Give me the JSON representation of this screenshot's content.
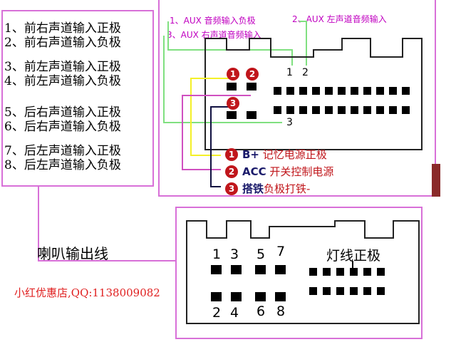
{
  "legend": [
    "1、前右声道输入正极",
    "2、前右声道输入负极",
    "3、前左声道输入正极",
    "4、前左声道输入负极",
    "5、后右声道输入正极",
    "6、后右声道输入负极",
    "7、后左声道输入正极",
    "8、后左声道输入负极"
  ],
  "aux": {
    "line1": "1、AUX 音频输入负极",
    "line2": "2、AUX 左声道音频输入",
    "line3": "3、AUX 右声道音频输入"
  },
  "top_connector": {
    "badges": [
      "1",
      "2",
      "3"
    ],
    "line_numbers": [
      "1",
      "2",
      "3"
    ]
  },
  "power": [
    {
      "num": "1",
      "label_a": "B+",
      "label_b": " 记忆电源正极"
    },
    {
      "num": "2",
      "label_a": "ACC",
      "label_b": " 开关控制电源"
    },
    {
      "num": "3",
      "label_a": "搭铁",
      "label_b": "负极打铁-"
    }
  ],
  "speaker_label": "喇叭输出线",
  "shop": "小红优惠店,QQ:1138009082",
  "bottom_connector": {
    "top_numbers": [
      "1",
      "3",
      "5",
      "7"
    ],
    "bottom_numbers": [
      "2",
      "4",
      "6",
      "8"
    ],
    "light_label": "灯线正极"
  },
  "colors": {
    "frame": "#d870d8",
    "yellow": "#f4f028",
    "green": "#80e080",
    "red_wire": "#c0161b",
    "magenta_wire": "#d050c0",
    "dark_wire": "#101040"
  }
}
